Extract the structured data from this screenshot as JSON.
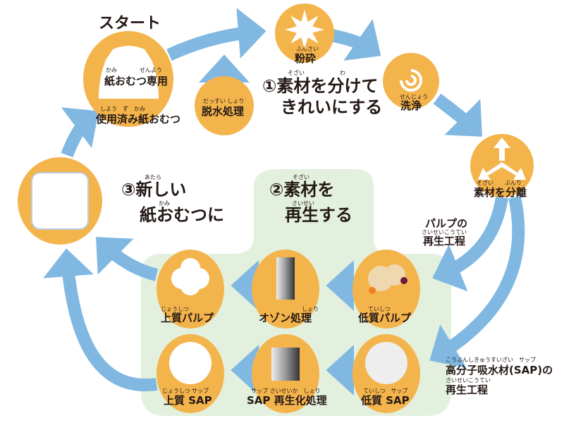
{
  "colors": {
    "circle": "#F4B44C",
    "arrow": "#80B8E2",
    "panel": "#E3F0DD",
    "text": "#231815"
  },
  "start": {
    "title": "スタート",
    "bag_ruby1": "かみ",
    "bag_ruby2": "せんよう",
    "bag_label": "紙おむつ専用",
    "ruby": "しよう　ず　かみ",
    "label": "使用済み紙おむつ"
  },
  "dehydration": {
    "ruby": "だっすい しょり",
    "label": "脱水処理"
  },
  "crushing": {
    "ruby": "ふんさい",
    "label": "粉砕"
  },
  "washing": {
    "ruby": "せんじょう",
    "label": "洗浄"
  },
  "separation": {
    "ruby": "そざい　　ぶんり",
    "label": "素材を分離"
  },
  "step1": {
    "ruby1": "そざい",
    "ruby2": "わ",
    "line1": "①素材を分けて",
    "line2": "きれいにする"
  },
  "step2": {
    "ruby1": "そざい",
    "ruby2": "さいせい",
    "line1": "②素材を",
    "line2": "再生する"
  },
  "step3": {
    "ruby1": "あたら",
    "ruby2": "かみ",
    "line1": "③新しい",
    "line2": "紙おむつに"
  },
  "pulp_process": {
    "line1": "パルプの",
    "ruby": "さいせいこうてい",
    "line2": "再生工程"
  },
  "sap_process": {
    "ruby1": "こうぶんしきゅうすいざい　サップ",
    "line1": "高分子吸水材(SAP)の",
    "ruby2": "さいせいこうてい",
    "line2": "再生工程"
  },
  "nodes": {
    "low_pulp": {
      "ruby": "ていしつ",
      "label": "低質パルプ"
    },
    "ozone": {
      "ruby": "しょり",
      "label": "オゾン処理"
    },
    "high_pulp": {
      "ruby": "じょうしつ",
      "label": "上質パルプ"
    },
    "low_sap": {
      "ruby": "ていしつ　サップ",
      "label": "低質 SAP"
    },
    "sap_regen": {
      "ruby": "サップ さいせいか　しょり",
      "label": "SAP 再生化処理"
    },
    "high_sap": {
      "ruby": "じょうしつ サップ",
      "label": "上質 SAP"
    }
  }
}
